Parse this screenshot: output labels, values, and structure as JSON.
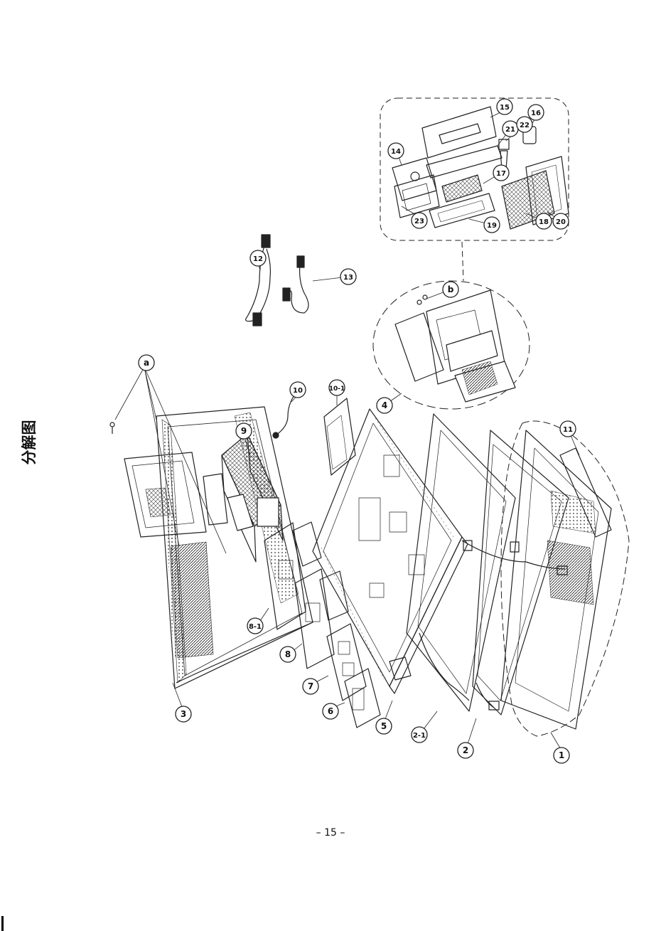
{
  "page": {
    "title": "分解图",
    "page_number": "– 15 –"
  },
  "callouts": {
    "c1": "1",
    "c2": "2",
    "c2_1": "2-1",
    "c3": "3",
    "c4": "4",
    "c5": "5",
    "c6": "6",
    "c7": "7",
    "c8": "8",
    "c8_1": "8-1",
    "c9": "9",
    "c10": "10",
    "c10_1": "10-1",
    "c11": "11",
    "c12": "12",
    "c13": "13",
    "c14": "14",
    "c15": "15",
    "c16": "16",
    "c17": "17",
    "c18": "18",
    "c19": "19",
    "c20": "20",
    "c21": "21",
    "c22": "22",
    "c23": "23",
    "ca": "a",
    "cb": "b"
  }
}
